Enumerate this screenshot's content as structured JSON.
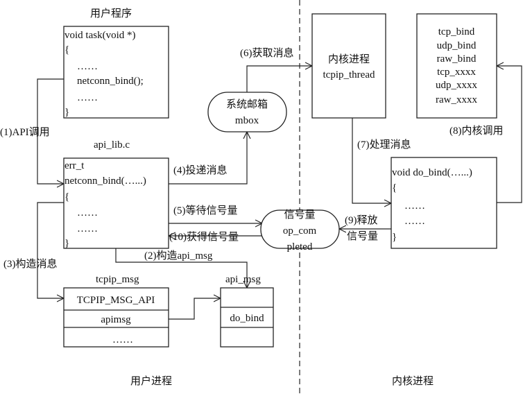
{
  "labels": {
    "user_program": "用户程序",
    "api_lib": "api_lib.c",
    "tcpip_msg": "tcpip_msg",
    "api_msg": "api_msg",
    "user_process": "用户进程",
    "kernel_process": "内核进程"
  },
  "task_box": [
    "void task(void *)",
    "{",
    "……",
    "netconn_bind();",
    "……",
    "}"
  ],
  "netconn_box": [
    "err_t",
    "netconn_bind(…...)",
    "{",
    "……",
    "……",
    "}"
  ],
  "mbox": [
    "系统邮箱",
    "mbox"
  ],
  "thread_box": [
    "内核进程",
    "tcpip_thread"
  ],
  "functions_box": [
    "tcp_bind",
    "udp_bind",
    "raw_bind",
    "tcp_xxxx",
    "udp_xxxx",
    "raw_xxxx"
  ],
  "do_bind_box": [
    "void do_bind(…...)",
    "{",
    "……",
    "……",
    "}"
  ],
  "semaphore": [
    "信号量",
    "op_com",
    "pleted"
  ],
  "tcpip_msg_rows": [
    "TCPIP_MSG_API",
    "apimsg",
    "……"
  ],
  "api_msg_rows": [
    "",
    "do_bind",
    ""
  ],
  "steps": {
    "s1": "(1)API调用",
    "s2": "(2)构造api_msg",
    "s3": "(3)构造消息",
    "s4": "(4)投递消息",
    "s5": "(5)等待信号量",
    "s6": "(6)获取消息",
    "s7": "(7)处理消息",
    "s8": "(8)内核调用",
    "s9a": "(9)释放",
    "s9b": "信号量",
    "s10": "(10)获得信号量"
  }
}
